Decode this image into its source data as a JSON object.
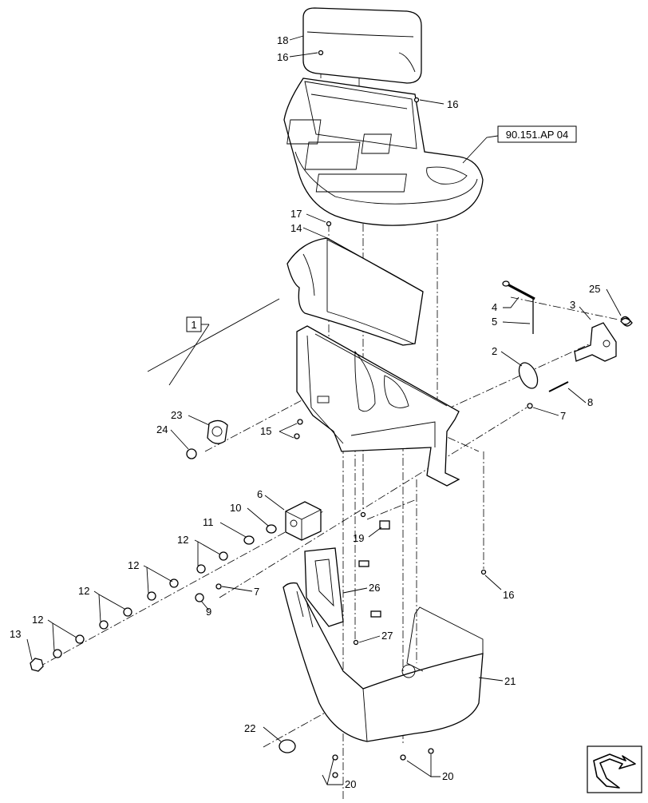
{
  "reference_label": "90.151.AP 04",
  "group_label": "1",
  "callouts": [
    {
      "id": "c18",
      "text": "18"
    },
    {
      "id": "c16a",
      "text": "16"
    },
    {
      "id": "c16b",
      "text": "16"
    },
    {
      "id": "c17",
      "text": "17"
    },
    {
      "id": "c14",
      "text": "14"
    },
    {
      "id": "c4",
      "text": "4"
    },
    {
      "id": "c5",
      "text": "5"
    },
    {
      "id": "c3",
      "text": "3"
    },
    {
      "id": "c25",
      "text": "25"
    },
    {
      "id": "c2",
      "text": "2"
    },
    {
      "id": "c8",
      "text": "8"
    },
    {
      "id": "c7a",
      "text": "7"
    },
    {
      "id": "c23",
      "text": "23"
    },
    {
      "id": "c24",
      "text": "24"
    },
    {
      "id": "c15",
      "text": "15"
    },
    {
      "id": "c6",
      "text": "6"
    },
    {
      "id": "c10",
      "text": "10"
    },
    {
      "id": "c11",
      "text": "11"
    },
    {
      "id": "c12a",
      "text": "12"
    },
    {
      "id": "c12b",
      "text": "12"
    },
    {
      "id": "c12c",
      "text": "12"
    },
    {
      "id": "c12d",
      "text": "12"
    },
    {
      "id": "c19",
      "text": "19"
    },
    {
      "id": "c7b",
      "text": "7"
    },
    {
      "id": "c9",
      "text": "9"
    },
    {
      "id": "c13",
      "text": "13"
    },
    {
      "id": "c26",
      "text": "26"
    },
    {
      "id": "c16c",
      "text": "16"
    },
    {
      "id": "c27",
      "text": "27"
    },
    {
      "id": "c21",
      "text": "21"
    },
    {
      "id": "c22",
      "text": "22"
    },
    {
      "id": "c20a",
      "text": "20"
    },
    {
      "id": "c20b",
      "text": "20"
    }
  ]
}
